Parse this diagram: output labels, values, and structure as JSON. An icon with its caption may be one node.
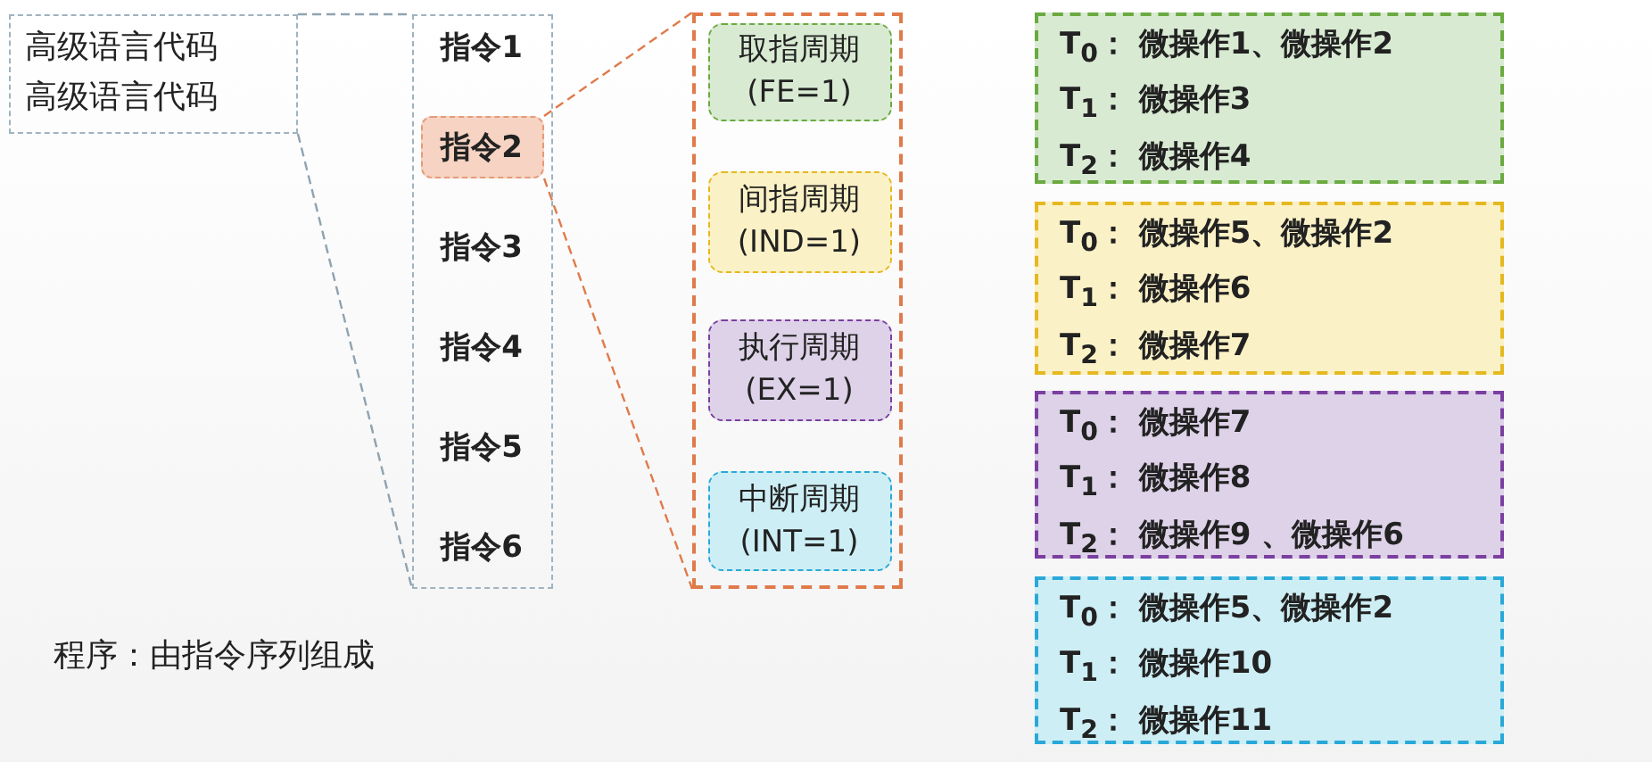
{
  "diagram": {
    "nodes": [
      {
        "text": [
          "高级语言代码",
          "高级语言代码"
        ]
      },
      {
        "text": [],
        "shape": "box"
      },
      {
        "text": [
          "指令1"
        ],
        "in": 1
      },
      {
        "text": [
          "指令2"
        ],
        "in": 1
      },
      {
        "text": [
          "指令3"
        ],
        "in": 1
      },
      {
        "text": [
          "指令4"
        ],
        "in": 1
      },
      {
        "text": [
          "指令5"
        ],
        "in": 1
      },
      {
        "text": [
          "指令6"
        ],
        "in": 1
      },
      {
        "text": [],
        "shape": "box"
      },
      {
        "text": [
          "取指周期",
          "(FE=1)"
        ],
        "in": 8
      },
      {
        "text": [
          "间指周期",
          "(IND=1)"
        ],
        "in": 8
      },
      {
        "text": [
          "执行周期",
          "(EX=1)"
        ],
        "in": 8
      },
      {
        "text": [
          "中断周期",
          "(INT=1)"
        ],
        "in": 8
      },
      {
        "text": [
          "T$_{0}$： 微操作1、微操作2",
          "T$_{1}$： 微操作3",
          "T$_{2}$： 微操作4"
        ]
      },
      {
        "text": [
          "T$_{0}$： 微操作5、微操作2",
          "T$_{1}$： 微操作6",
          "T$_{2}$： 微操作7"
        ]
      },
      {
        "text": [
          "T$_{0}$： 微操作7",
          "T$_{1}$： 微操作8",
          "T$_{2}$： 微操作9 、微操作6"
        ]
      },
      {
        "text": [
          "T$_{0}$： 微操作5、微操作2",
          "T$_{1}$： 微操作10",
          "T$_{2}$： 微操作11"
        ]
      }
    ],
    "edges": [
      {
        "from": 0,
        "to": 1,
        "arrow": "none",
        "style": "dashed"
      },
      {
        "from": 3,
        "to": 8,
        "arrow": "none",
        "style": "dashed",
        "color": "#e07a4a"
      }
    ],
    "labels": [
      "程序：由指令序列组成"
    ]
  }
}
